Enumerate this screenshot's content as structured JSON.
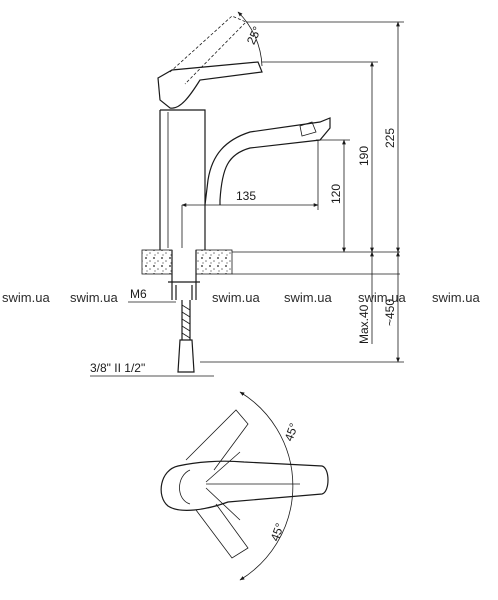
{
  "drawing": {
    "dimensions": {
      "handle_angle": "25°",
      "spout_reach": "135",
      "spout_height": "120",
      "height_190": "190",
      "height_225": "225",
      "deck_thickness": "Max.40",
      "hose_length": "~450",
      "stud_thread": "M6",
      "connection": "3/8\" II 1/2\"",
      "swing_left": "45°",
      "swing_right": "45°"
    },
    "watermarks": [
      "swim.ua",
      "swim.ua",
      "swim.ua",
      "swim.ua",
      "swim.ua",
      "swim.ua"
    ]
  }
}
